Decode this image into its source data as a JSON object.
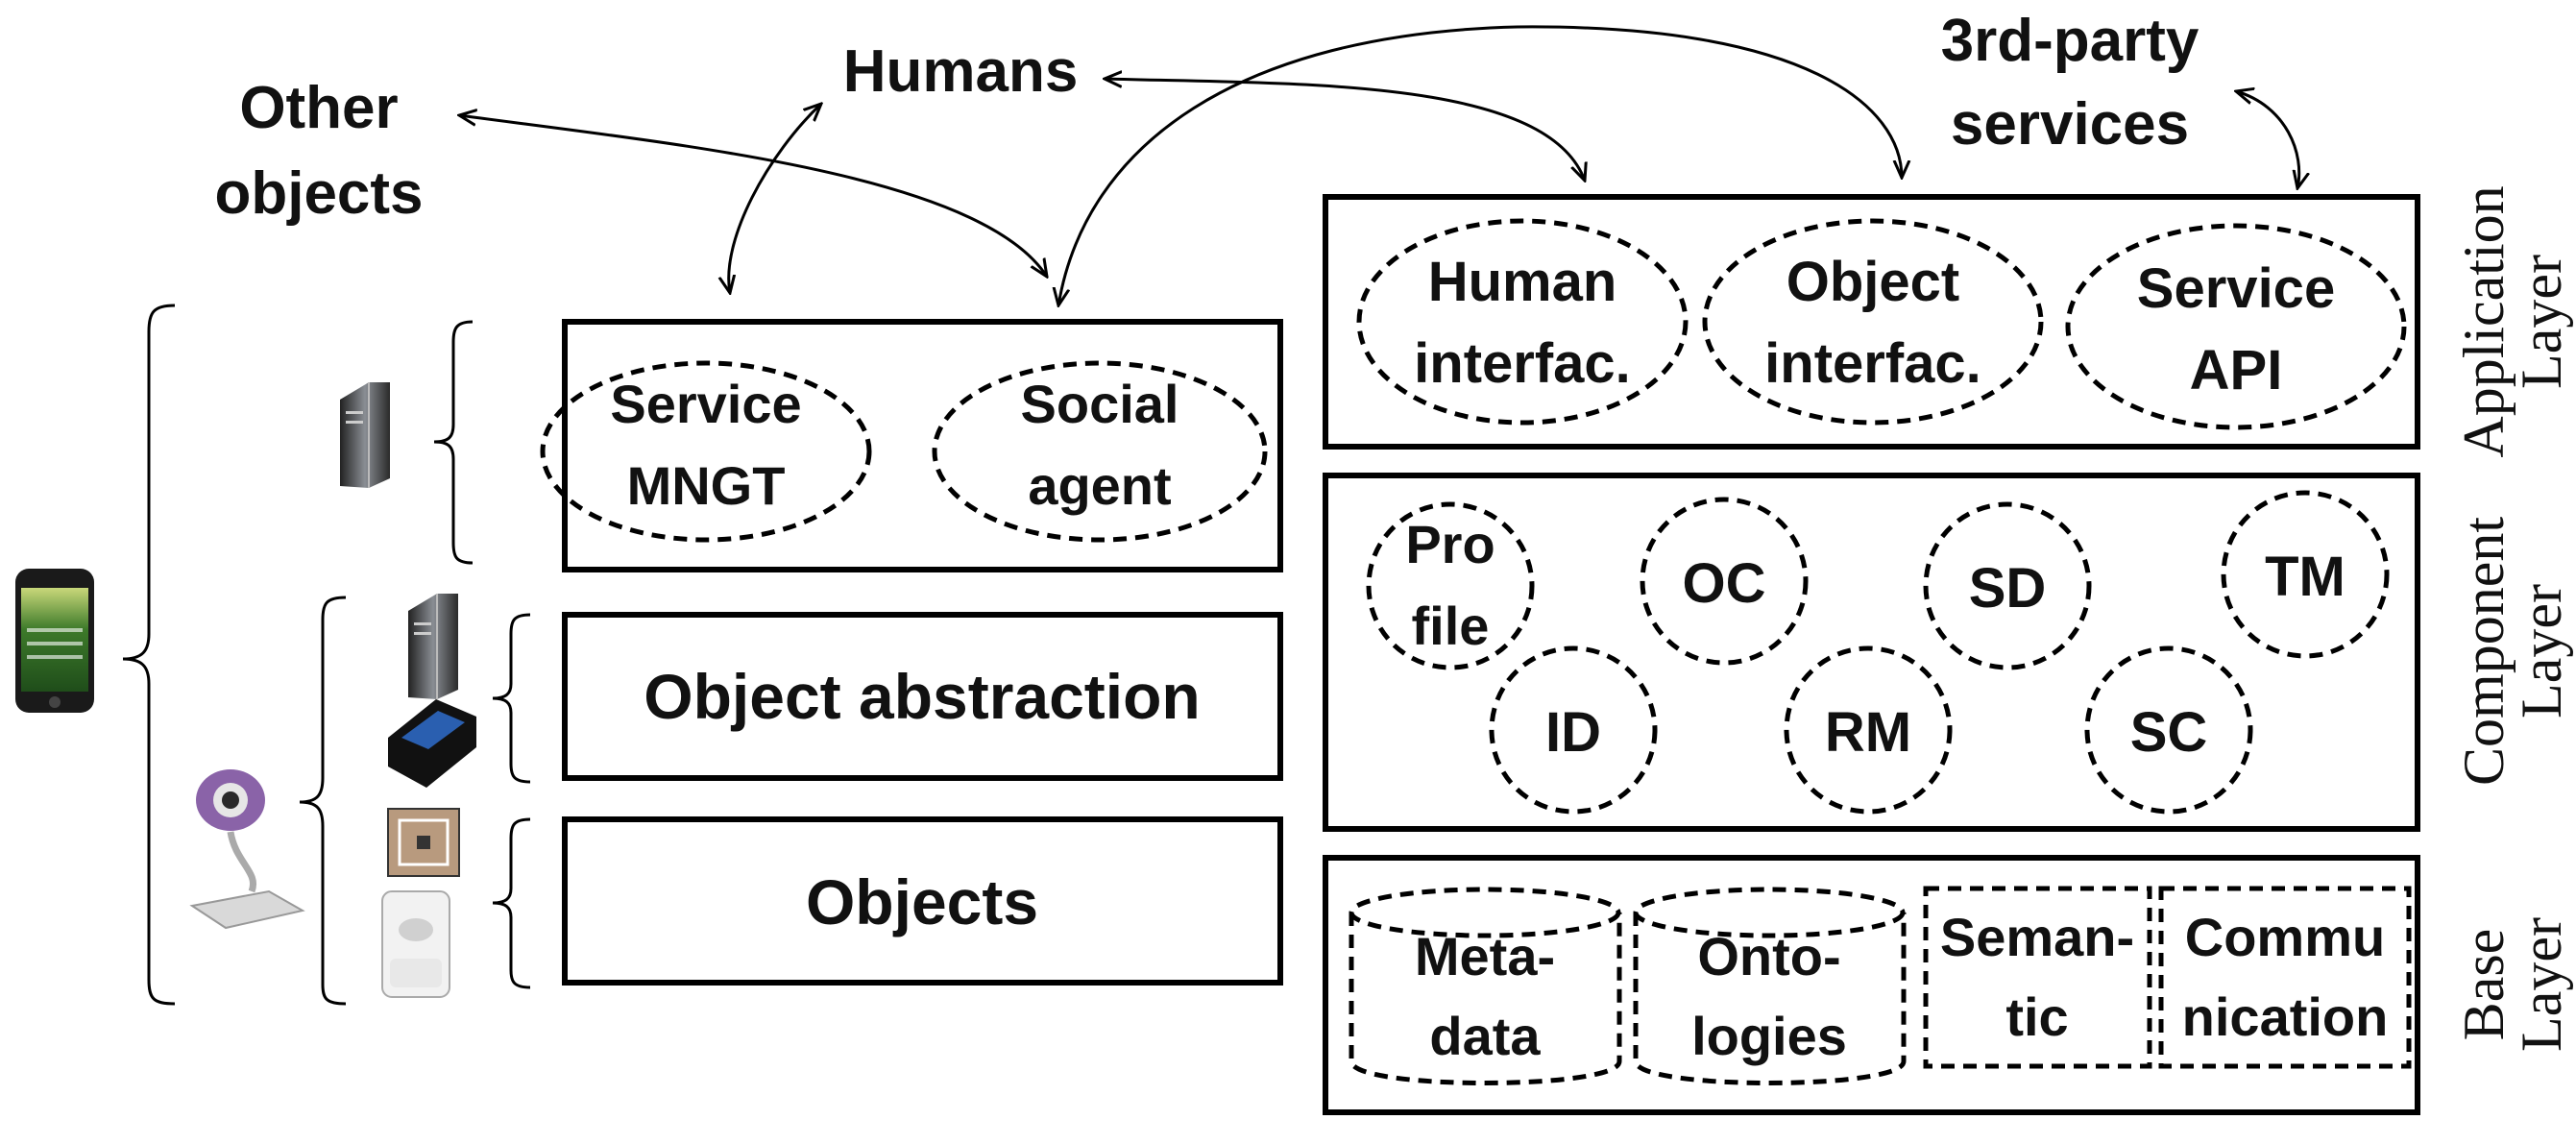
{
  "external": {
    "humans": "Humans",
    "other_objects_1": "Other",
    "other_objects_2": "objects",
    "third_party_1": "3rd-party",
    "third_party_2": "services"
  },
  "left_stack": {
    "top_box": {
      "service_mngt_1": "Service",
      "service_mngt_2": "MNGT",
      "social_agent_1": "Social",
      "social_agent_2": "agent"
    },
    "object_abstraction": "Object abstraction",
    "objects": "Objects"
  },
  "application_layer": {
    "label_1": "Application",
    "label_2": "Layer",
    "human_interface_1": "Human",
    "human_interface_2": "interfac.",
    "object_interface_1": "Object",
    "object_interface_2": "interfac.",
    "service_api_1": "Service",
    "service_api_2": "API"
  },
  "component_layer": {
    "label_1": "Component",
    "label_2": "Layer",
    "profile_1": "Pro",
    "profile_2": "file",
    "oc": "OC",
    "sd": "SD",
    "tm": "TM",
    "id": "ID",
    "rm": "RM",
    "sc": "SC"
  },
  "base_layer": {
    "label_1": "Base",
    "label_2": "Layer",
    "metadata_1": "Meta-",
    "metadata_2": "data",
    "ontologies_1": "Onto-",
    "ontologies_2": "logies",
    "semantic_1": "Seman-",
    "semantic_2": "tic",
    "communication_1": "Commu",
    "communication_2": "nication"
  },
  "icons": [
    "smartphone-icon",
    "server-icon",
    "webcam-icon",
    "sensor-reader-icon",
    "rfid-tag-icon",
    "motion-sensor-icon"
  ]
}
